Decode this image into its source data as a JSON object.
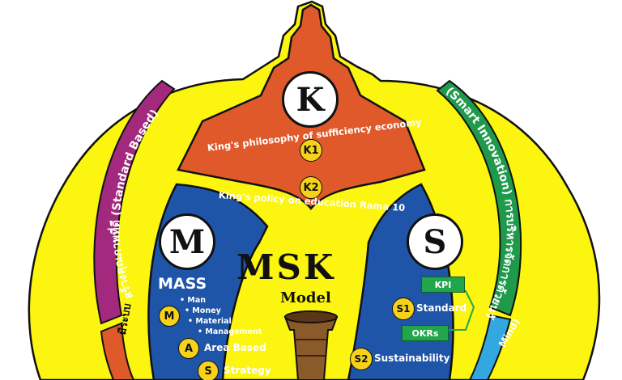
{
  "diagram": {
    "k": {
      "letter": "K",
      "k1_badge": "K1",
      "k1_text": "King's philosophy of sufficiency economy",
      "k2_badge": "K2",
      "k2_text": "King's policy on education Rama 10"
    },
    "m": {
      "letter": "M",
      "mass_title": "MASS",
      "m_badge": "M",
      "m_items": [
        "Man",
        "Money",
        "Material",
        "Management"
      ],
      "a_badge": "A",
      "a_text": "Area Based",
      "s_badge": "S",
      "s_text": "Strategy"
    },
    "s": {
      "letter": "S",
      "kpi": "KPI",
      "s1_badge": "S1",
      "s1_text": "Standard",
      "okrs": "OKRs",
      "s2_badge": "S2",
      "s2_text": "Sustainability"
    },
    "center": {
      "title": "MSK",
      "subtitle": "Model"
    },
    "arcs": {
      "left_top": "สร้างคุณภาพที่ดี (Standard Based)",
      "left_bottom": "มีระบบ",
      "right_top": "(Smart Innovation) การบริหารจัดการด้วยนวัต",
      "right_bottom": "Mind)"
    },
    "colors": {
      "yellow": "#fbf50f",
      "orange": "#e0592a",
      "blue": "#1f55a8",
      "purple": "#a3297e",
      "green": "#1f9a4b",
      "light_blue": "#33a8e0",
      "badge_yellow": "#f6d21a"
    }
  }
}
